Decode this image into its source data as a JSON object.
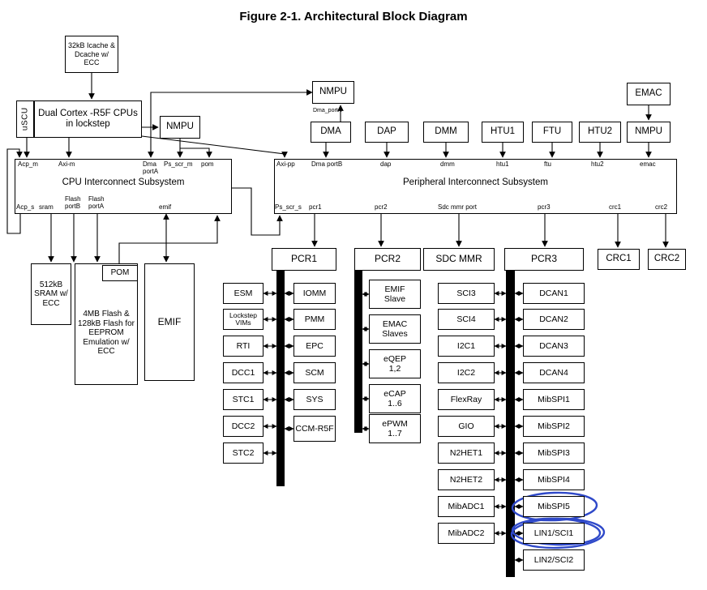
{
  "title": "Figure 2-1. Architectural Block Diagram",
  "top": {
    "icache": "32kB Icache & Dcache w/ ECC",
    "uscu": "uSCU",
    "dual_cortex": "Dual Cortex -R5F CPUs in lockstep",
    "nmpu_left": "NMPU",
    "nmpu_mid": "NMPU",
    "dma_porta_label": "Dma_portA",
    "emac": "EMAC",
    "masters": [
      "DMA",
      "DAP",
      "DMM",
      "HTU1",
      "FTU",
      "HTU2",
      "NMPU"
    ]
  },
  "cpu_interconnect": {
    "title": "CPU Interconnect Subsystem",
    "top_ports": [
      "Acp_m",
      "Axi-m",
      "Dma portA",
      "Ps_scr_m",
      "pom"
    ],
    "bottom_ports": [
      "Acp_s",
      "sram",
      "Flash portB",
      "Flash portA",
      "emif"
    ]
  },
  "periph_interconnect": {
    "title": "Peripheral Interconnect Subsystem",
    "top_ports": [
      "Axi-pp",
      "Dma portB",
      "dap",
      "dmm",
      "htu1",
      "ftu",
      "htu2",
      "emac"
    ],
    "bottom_ports": [
      "Ps_scr_s",
      "pcr1",
      "pcr2",
      "Sdc mmr port",
      "pcr3",
      "crc1",
      "crc2"
    ]
  },
  "memories": {
    "sram": "512kB SRAM w/ ECC",
    "flash": "4MB Flash & 128kB Flash for EEPROM Emulation w/ ECC",
    "pom": "POM",
    "emif": "EMIF"
  },
  "pcr1": {
    "label": "PCR1",
    "left": [
      "ESM",
      "Lockstep VIMs",
      "RTI",
      "DCC1",
      "STC1",
      "DCC2",
      "STC2"
    ],
    "right": [
      "IOMM",
      "PMM",
      "EPC",
      "SCM",
      "SYS",
      "CCM-R5F"
    ]
  },
  "pcr2": {
    "label": "PCR2",
    "right": [
      "EMIF Slave",
      "EMAC Slaves",
      "eQEP 1,2",
      "eCAP 1..6",
      "ePWM 1..7"
    ]
  },
  "sdc_mmr": {
    "label": "SDC MMR"
  },
  "pcr3": {
    "label": "PCR3",
    "left": [
      "SCI3",
      "SCI4",
      "I2C1",
      "I2C2",
      "FlexRay",
      "GIO",
      "N2HET1",
      "N2HET2",
      "MibADC1",
      "MibADC2"
    ],
    "right": [
      "DCAN1",
      "DCAN2",
      "DCAN3",
      "DCAN4",
      "MibSPI1",
      "MibSPI2",
      "MibSPI3",
      "MibSPI4",
      "MibSPI5",
      "LIN1/SCI1",
      "LIN2/SCI2"
    ]
  },
  "crc": {
    "crc1": "CRC1",
    "crc2": "CRC2"
  },
  "annotations": {
    "color": "#2F49C9",
    "circled": [
      "MibSPI5",
      "LIN1/SCI1"
    ]
  }
}
